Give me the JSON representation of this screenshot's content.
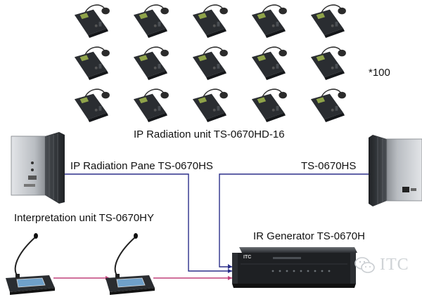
{
  "labels": {
    "radiation_unit": "IP Radiation unit TS-0670HD-16",
    "quantity": "*100",
    "pane_left": "IP Radiation Pane TS-0670HS",
    "pane_right": "TS-0670HS",
    "interpretation": "Interpretation unit TS-0670HY",
    "generator": "IR Generator TS-0670H"
  },
  "generator_brand": "ITC",
  "watermark": "ITC",
  "receiver_grid": {
    "rows": 3,
    "cols": 5
  },
  "colors": {
    "radiator_cable": "#2b2f8a",
    "interpretation_cable": "#c0417a",
    "device_dark": "#2a2d31",
    "panel_silver": "#a9adb2"
  },
  "icons": [
    "receiver-icon",
    "radiator-panel-icon",
    "interpretation-unit-icon",
    "ir-generator-icon",
    "wechat-icon"
  ]
}
